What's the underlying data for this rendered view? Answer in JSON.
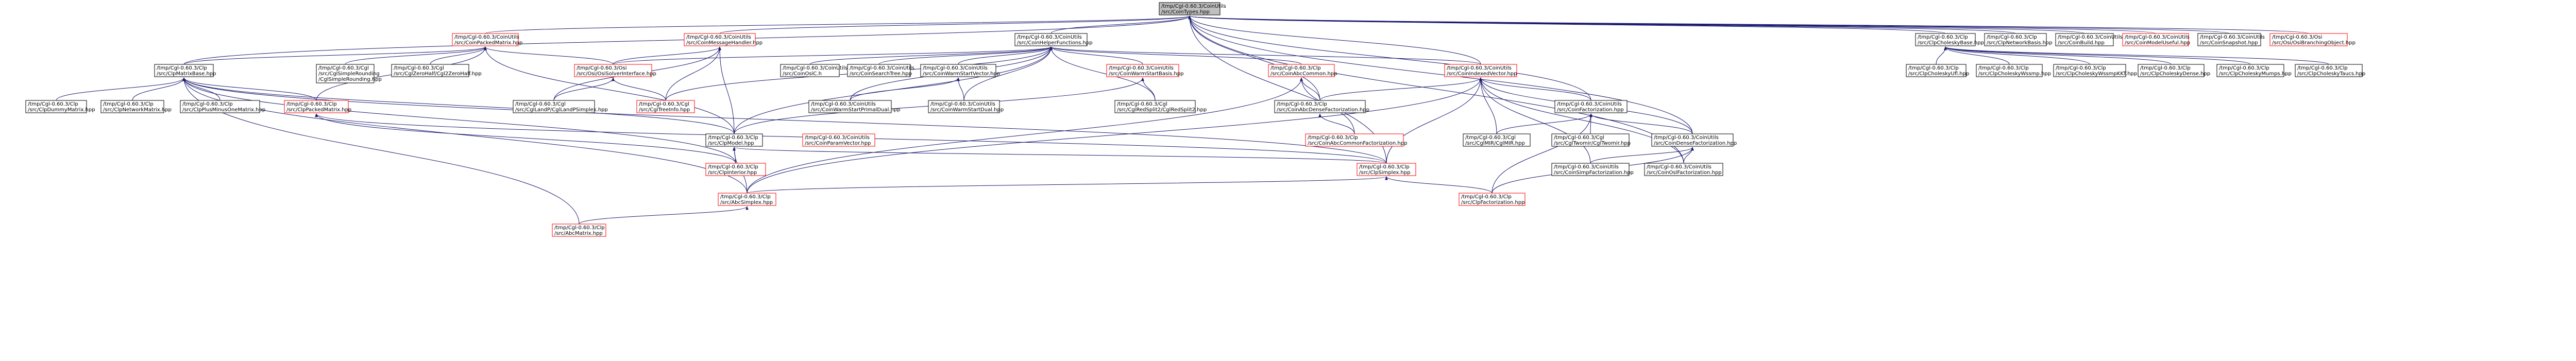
{
  "graph": {
    "colors": {
      "edge": "#191970",
      "root_fill": "#bfbfbf",
      "node_fill": "#ffffff",
      "border": "#000000",
      "red_border": "#ff0000"
    },
    "nodes": [
      {
        "id": "root",
        "l1": "/tmp/Cgl-0.60.3/CoinUtils",
        "l2": "/src/CoinTypes.hpp",
        "root": true,
        "red": false
      },
      {
        "id": "CoinPackedMatrix",
        "l1": "/tmp/Cgl-0.60.3/CoinUtils",
        "l2": "/src/CoinPackedMatrix.hpp",
        "red": true
      },
      {
        "id": "CoinMessageHandler",
        "l1": "/tmp/Cgl-0.60.3/CoinUtils",
        "l2": "/src/CoinMessageHandler.hpp",
        "red": true
      },
      {
        "id": "CoinHelperFunctions",
        "l1": "/tmp/Cgl-0.60.3/CoinUtils",
        "l2": "/src/CoinHelperFunctions.hpp",
        "red": false
      },
      {
        "id": "ClpCholeskyBase",
        "l1": "/tmp/Cgl-0.60.3/Clp",
        "l2": "/src/ClpCholeskyBase.hpp",
        "red": false
      },
      {
        "id": "ClpNetworkBasis",
        "l1": "/tmp/Cgl-0.60.3/Clp",
        "l2": "/src/ClpNetworkBasis.hpp",
        "red": false
      },
      {
        "id": "CoinBuild",
        "l1": "/tmp/Cgl-0.60.3/CoinUtils",
        "l2": "/src/CoinBuild.hpp",
        "red": false
      },
      {
        "id": "CoinModelUseful",
        "l1": "/tmp/Cgl-0.60.3/CoinUtils",
        "l2": "/src/CoinModelUseful.hpp",
        "red": true
      },
      {
        "id": "CoinSnapshot",
        "l1": "/tmp/Cgl-0.60.3/CoinUtils",
        "l2": "/src/CoinSnapshot.hpp",
        "red": false
      },
      {
        "id": "OsiBranchingObject",
        "l1": "/tmp/Cgl-0.60.3/Osi",
        "l2": "/src/Osi/OsiBranchingObject.hpp",
        "red": true
      },
      {
        "id": "ClpMatrixBase",
        "l1": "/tmp/Cgl-0.60.3/Clp",
        "l2": "/src/ClpMatrixBase.hpp",
        "red": false
      },
      {
        "id": "CglSimpleRounding",
        "l1": "/tmp/Cgl-0.60.3/Cgl",
        "l2": "/src/CglSimpleRounding",
        "l3": "/CglSimpleRounding.hpp",
        "red": false
      },
      {
        "id": "CglZeroHalf",
        "l1": "/tmp/Cgl-0.60.3/Cgl",
        "l2": "/src/CglZeroHalf/Cgl2ZeroHalf.hpp",
        "red": false
      },
      {
        "id": "OsiSolverInterface",
        "l1": "/tmp/Cgl-0.60.3/Osi",
        "l2": "/src/Osi/OsiSolverInterface.hpp",
        "red": true
      },
      {
        "id": "CoinOslC",
        "l1": "/tmp/Cgl-0.60.3/CoinUtils",
        "l2": "/src/CoinOslC.h",
        "red": false
      },
      {
        "id": "CoinSearchTree",
        "l1": "/tmp/Cgl-0.60.3/CoinUtils",
        "l2": "/src/CoinSearchTree.hpp",
        "red": false
      },
      {
        "id": "CoinWarmStartVector",
        "l1": "/tmp/Cgl-0.60.3/CoinUtils",
        "l2": "/src/CoinWarmStartVector.hpp",
        "red": false
      },
      {
        "id": "CoinWarmStartBasis",
        "l1": "/tmp/Cgl-0.60.3/CoinUtils",
        "l2": "/src/CoinWarmStartBasis.hpp",
        "red": true
      },
      {
        "id": "CoinPresolve",
        "l1": "/tmp/Cgl-0.60.3/Clp",
        "l2": "/src/CoinAbcCommon.hpp",
        "red": true
      },
      {
        "id": "CoinIndexedVector",
        "l1": "/tmp/Cgl-0.60.3/CoinUtils",
        "l2": "/src/CoinIndexedVector.hpp",
        "red": true
      },
      {
        "id": "ClpCholeskyUfl",
        "l1": "/tmp/Cgl-0.60.3/Clp",
        "l2": "/src/ClpCholeskyUfl.hpp",
        "red": false
      },
      {
        "id": "ClpCholeskyWssmp",
        "l1": "/tmp/Cgl-0.60.3/Clp",
        "l2": "/src/ClpCholeskyWssmp.hpp",
        "red": false
      },
      {
        "id": "ClpCholeskyWssmpKKT",
        "l1": "/tmp/Cgl-0.60.3/Clp",
        "l2": "/src/ClpCholeskyWssmpKKT.hpp",
        "red": false
      },
      {
        "id": "ClpCholeskyDense",
        "l1": "/tmp/Cgl-0.60.3/Clp",
        "l2": "/src/ClpCholeskyDense.hpp",
        "red": false
      },
      {
        "id": "ClpCholeskyMumps",
        "l1": "/tmp/Cgl-0.60.3/Clp",
        "l2": "/src/ClpCholeskyMumps.hpp",
        "red": false
      },
      {
        "id": "ClpCholeskyTaucs",
        "l1": "/tmp/Cgl-0.60.3/Clp",
        "l2": "/src/ClpCholeskyTaucs.hpp",
        "red": false
      },
      {
        "id": "ClpDummyMatrix",
        "l1": "/tmp/Cgl-0.60.3/Clp",
        "l2": "/src/ClpDummyMatrix.hpp",
        "red": false
      },
      {
        "id": "ClpNetworkMatrix",
        "l1": "/tmp/Cgl-0.60.3/Clp",
        "l2": "/src/ClpNetworkMatrix.hpp",
        "red": false
      },
      {
        "id": "ClpPlusMinusOneMatrix",
        "l1": "/tmp/Cgl-0.60.3/Clp",
        "l2": "/src/ClpPlusMinusOneMatrix.hpp",
        "red": false
      },
      {
        "id": "ClpPackedMatrix",
        "l1": "/tmp/Cgl-0.60.3/Clp",
        "l2": "/src/ClpPackedMatrix.hpp",
        "red": true
      },
      {
        "id": "CglLandPSimplex",
        "l1": "/tmp/Cgl-0.60.3/Cgl",
        "l2": "/src/CglLandP/CglLandPSimplex.hpp",
        "red": false
      },
      {
        "id": "CglTreeInfo",
        "l1": "/tmp/Cgl-0.60.3/Cgl",
        "l2": "/src/CglTreeInfo.hpp",
        "red": true
      },
      {
        "id": "CoinWarmStartPrimalDual",
        "l1": "/tmp/Cgl-0.60.3/CoinUtils",
        "l2": "/src/CoinWarmStartPrimalDual.hpp",
        "red": false
      },
      {
        "id": "CoinWarmStartDual",
        "l1": "/tmp/Cgl-0.60.3/CoinUtils",
        "l2": "/src/CoinWarmStartDual.hpp",
        "red": false
      },
      {
        "id": "CglRedSplit2",
        "l1": "/tmp/Cgl-0.60.3/Cgl",
        "l2": "/src/CglRedSplit2/CglRedSplit2.hpp",
        "red": false
      },
      {
        "id": "CoinAbcDenseFactorization",
        "l1": "/tmp/Cgl-0.60.3/Clp",
        "l2": "/src/CoinAbcDenseFactorization.hpp",
        "red": false
      },
      {
        "id": "CoinFactorization",
        "l1": "/tmp/Cgl-0.60.3/CoinUtils",
        "l2": "/src/CoinFactorization.hpp",
        "red": false
      },
      {
        "id": "ClpModel",
        "l1": "/tmp/Cgl-0.60.3/Clp",
        "l2": "/src/ClpModel.hpp",
        "red": false
      },
      {
        "id": "CoinParamVector",
        "l1": "/tmp/Cgl-0.60.3/CoinUtils",
        "l2": "/src/CoinParamVector.hpp",
        "red": true
      },
      {
        "id": "CoinAbcCommonFactorization",
        "l1": "/tmp/Cgl-0.60.3/Clp",
        "l2": "/src/CoinAbcCommonFactorization.hpp",
        "red": true
      },
      {
        "id": "CglMixIntRounding",
        "l1": "/tmp/Cgl-0.60.3/Cgl",
        "l2": "/src/CglMIR/CglMIR.hpp",
        "red": false
      },
      {
        "id": "CglTwomir",
        "l1": "/tmp/Cgl-0.60.3/Cgl",
        "l2": "/src/CglTwomir/CglTwomir.hpp",
        "red": false
      },
      {
        "id": "CoinDenseFactorization",
        "l1": "/tmp/Cgl-0.60.3/CoinUtils",
        "l2": "/src/CoinDenseFactorization.hpp",
        "red": false
      },
      {
        "id": "ClpInterior",
        "l1": "/tmp/Cgl-0.60.3/Clp",
        "l2": "/src/ClpInterior.hpp",
        "red": true
      },
      {
        "id": "ClpSimplex",
        "l1": "/tmp/Cgl-0.60.3/Clp",
        "l2": "/src/ClpSimplex.hpp",
        "red": true
      },
      {
        "id": "CoinSimpFactorization",
        "l1": "/tmp/Cgl-0.60.3/CoinUtils",
        "l2": "/src/CoinSimpFactorization.hpp",
        "red": false
      },
      {
        "id": "CoinOslFactorization",
        "l1": "/tmp/Cgl-0.60.3/CoinUtils",
        "l2": "/src/CoinOslFactorization.hpp",
        "red": false
      },
      {
        "id": "AbcSimplex",
        "l1": "/tmp/Cgl-0.60.3/Clp",
        "l2": "/src/AbcSimplex.hpp",
        "red": true
      },
      {
        "id": "ClpFactorization",
        "l1": "/tmp/Cgl-0.60.3/Clp",
        "l2": "/src/ClpFactorization.hpp",
        "red": true
      },
      {
        "id": "AbcMatrix",
        "l1": "/tmp/Cgl-0.60.3/Clp",
        "l2": "/src/AbcMatrix.hpp",
        "red": true
      }
    ],
    "edges": [
      [
        "CoinPackedMatrix",
        "root"
      ],
      [
        "CoinMessageHandler",
        "root"
      ],
      [
        "CoinHelperFunctions",
        "root"
      ],
      [
        "ClpCholeskyBase",
        "root"
      ],
      [
        "ClpNetworkBasis",
        "root"
      ],
      [
        "CoinBuild",
        "root"
      ],
      [
        "CoinModelUseful",
        "root"
      ],
      [
        "CoinSnapshot",
        "root"
      ],
      [
        "OsiBranchingObject",
        "root"
      ],
      [
        "ClpMatrixBase",
        "root"
      ],
      [
        "CoinIndexedVector",
        "root"
      ],
      [
        "CoinFactorization",
        "root"
      ],
      [
        "CoinAbcDenseFactorization",
        "root"
      ],
      [
        "CoinDenseFactorization",
        "root"
      ],
      [
        "CoinOslFactorization",
        "root"
      ],
      [
        "ClpSimplex",
        "root"
      ],
      [
        "ClpMatrixBase",
        "CoinPackedMatrix"
      ],
      [
        "CglSimpleRounding",
        "CoinPackedMatrix"
      ],
      [
        "CglZeroHalf",
        "CoinPackedMatrix"
      ],
      [
        "OsiSolverInterface",
        "CoinPackedMatrix"
      ],
      [
        "ClpPackedMatrix",
        "CoinPackedMatrix"
      ],
      [
        "ClpModel",
        "CoinPackedMatrix"
      ],
      [
        "OsiSolverInterface",
        "CoinMessageHandler"
      ],
      [
        "CglLandPSimplex",
        "CoinMessageHandler"
      ],
      [
        "CglTreeInfo",
        "CoinMessageHandler"
      ],
      [
        "ClpModel",
        "CoinMessageHandler"
      ],
      [
        "OsiSolverInterface",
        "CoinHelperFunctions"
      ],
      [
        "CoinOslC",
        "CoinHelperFunctions"
      ],
      [
        "CoinSearchTree",
        "CoinHelperFunctions"
      ],
      [
        "CoinWarmStartVector",
        "CoinHelperFunctions"
      ],
      [
        "CoinWarmStartBasis",
        "CoinHelperFunctions"
      ],
      [
        "CoinPresolve",
        "CoinHelperFunctions"
      ],
      [
        "CoinIndexedVector",
        "CoinHelperFunctions"
      ],
      [
        "CoinWarmStartPrimalDual",
        "CoinHelperFunctions"
      ],
      [
        "CoinWarmStartDual",
        "CoinHelperFunctions"
      ],
      [
        "CglRedSplit2",
        "CoinHelperFunctions"
      ],
      [
        "ClpModel",
        "CoinHelperFunctions"
      ],
      [
        "CglTreeInfo",
        "CoinHelperFunctions"
      ],
      [
        "ClpCholeskyUfl",
        "ClpCholeskyBase"
      ],
      [
        "ClpCholeskyWssmp",
        "ClpCholeskyBase"
      ],
      [
        "ClpCholeskyWssmpKKT",
        "ClpCholeskyBase"
      ],
      [
        "ClpCholeskyDense",
        "ClpCholeskyBase"
      ],
      [
        "ClpCholeskyMumps",
        "ClpCholeskyBase"
      ],
      [
        "ClpCholeskyTaucs",
        "ClpCholeskyBase"
      ],
      [
        "ClpDummyMatrix",
        "ClpMatrixBase"
      ],
      [
        "ClpNetworkMatrix",
        "ClpMatrixBase"
      ],
      [
        "ClpPlusMinusOneMatrix",
        "ClpMatrixBase"
      ],
      [
        "ClpPackedMatrix",
        "ClpMatrixBase"
      ],
      [
        "ClpModel",
        "ClpMatrixBase"
      ],
      [
        "ClpInterior",
        "ClpMatrixBase"
      ],
      [
        "AbcSimplex",
        "ClpMatrixBase"
      ],
      [
        "AbcMatrix",
        "ClpMatrixBase"
      ],
      [
        "ClpSimplex",
        "ClpMatrixBase"
      ],
      [
        "CglLandPSimplex",
        "OsiSolverInterface"
      ],
      [
        "CglTreeInfo",
        "OsiSolverInterface"
      ],
      [
        "CoinWarmStartPrimalDual",
        "CoinWarmStartVector"
      ],
      [
        "CoinWarmStartDual",
        "CoinWarmStartVector"
      ],
      [
        "CglRedSplit2",
        "CoinWarmStartBasis"
      ],
      [
        "ClpModel",
        "CoinWarmStartBasis"
      ],
      [
        "CoinAbcDenseFactorization",
        "CoinPresolve"
      ],
      [
        "CoinAbcCommonFactorization",
        "CoinPresolve"
      ],
      [
        "AbcSimplex",
        "CoinPresolve"
      ],
      [
        "CoinFactorization",
        "CoinIndexedVector"
      ],
      [
        "CoinAbcDenseFactorization",
        "CoinIndexedVector"
      ],
      [
        "CoinDenseFactorization",
        "CoinIndexedVector"
      ],
      [
        "ClpSimplex",
        "CoinIndexedVector"
      ],
      [
        "AbcSimplex",
        "CoinIndexedVector"
      ],
      [
        "CoinSimpFactorization",
        "CoinIndexedVector"
      ],
      [
        "CoinOslFactorization",
        "CoinIndexedVector"
      ],
      [
        "CglMixIntRounding",
        "CoinIndexedVector"
      ],
      [
        "CoinAbcCommonFactorization",
        "CoinAbcDenseFactorization"
      ],
      [
        "CglMixIntRounding",
        "CoinFactorization"
      ],
      [
        "CglTwomir",
        "CoinFactorization"
      ],
      [
        "CoinDenseFactorization",
        "CoinFactorization"
      ],
      [
        "ClpFactorization",
        "CoinFactorization"
      ],
      [
        "ClpInterior",
        "ClpModel"
      ],
      [
        "ClpSimplex",
        "ClpModel"
      ],
      [
        "AbcSimplex",
        "ClpModel"
      ],
      [
        "CoinSimpFactorization",
        "CoinDenseFactorization"
      ],
      [
        "CoinOslFactorization",
        "CoinDenseFactorization"
      ],
      [
        "ClpFactorization",
        "CoinDenseFactorization"
      ],
      [
        "AbcSimplex",
        "ClpSimplex"
      ],
      [
        "ClpFactorization",
        "ClpSimplex"
      ],
      [
        "AbcMatrix",
        "AbcSimplex"
      ],
      [
        "ClpInterior",
        "ClpPackedMatrix"
      ],
      [
        "ClpSimplex",
        "ClpPackedMatrix"
      ]
    ]
  }
}
